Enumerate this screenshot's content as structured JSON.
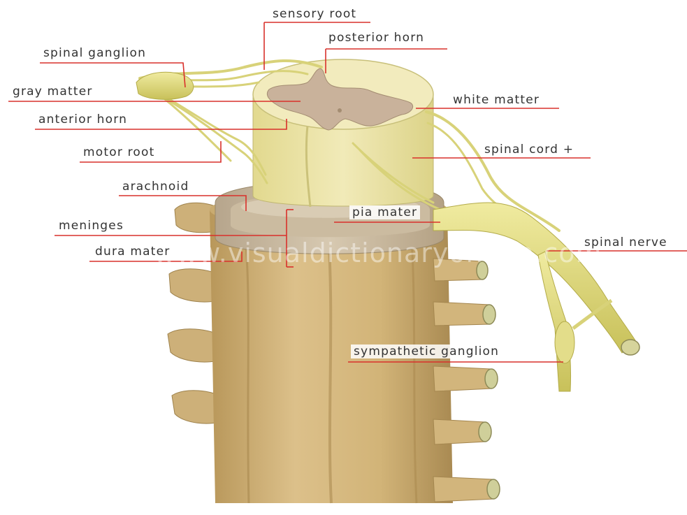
{
  "labels": {
    "sensory_root": "sensory root",
    "posterior_horn": "posterior horn",
    "spinal_ganglion": "spinal ganglion",
    "gray_matter": "gray matter",
    "anterior_horn": "anterior horn",
    "motor_root": "motor root",
    "white_matter": "white matter",
    "spinal_cord": "spinal cord +",
    "arachnoid": "arachnoid",
    "pia_mater": "pia mater",
    "meninges": "meninges",
    "dura_mater": "dura mater",
    "spinal_nerve": "spinal nerve",
    "sympathetic_ganglion": "sympathetic ganglion"
  },
  "watermark": "www.visualdictionaryonline.com",
  "colors": {
    "leader_line": "#d9302b",
    "nerve": "#e6e08a",
    "nerve_dark": "#c3bc55",
    "cord": "#ede5b0",
    "gray_matter": "#c9b49e",
    "bone": "#d8bd84",
    "bone_dark": "#b89a5c"
  }
}
